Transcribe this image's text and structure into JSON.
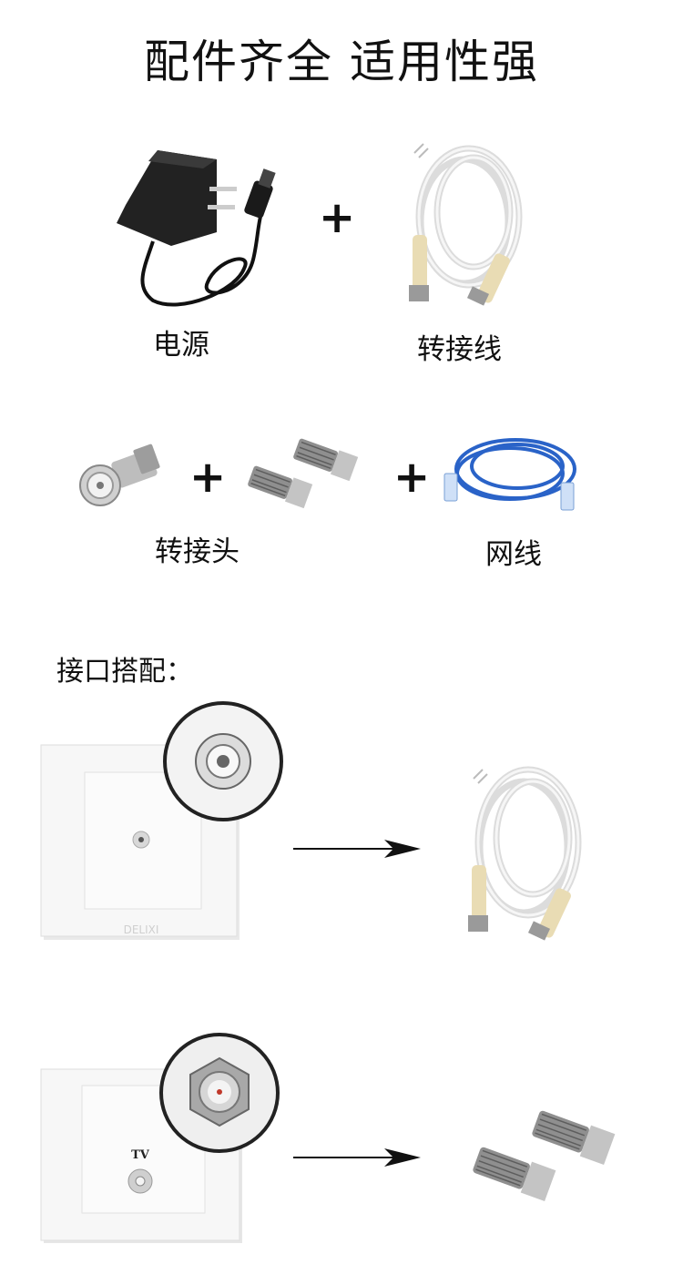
{
  "page": {
    "title": "配件齐全  适用性强",
    "plus_sign": "+",
    "labels": {
      "power": "电源",
      "cable": "转接线",
      "adapter_head": "转接头",
      "network_cable": "网线"
    },
    "section_title": "接口搭配：",
    "wall_plate_brand": "DELIXI",
    "wall_plate_tv_label": "TV"
  },
  "colors": {
    "background": "#ffffff",
    "text": "#111111",
    "network_cable": "#2a63c8",
    "coax_cable": "#eeeeee",
    "plug_beige": "#e9dcb4",
    "metal": "#b8b8b8"
  }
}
